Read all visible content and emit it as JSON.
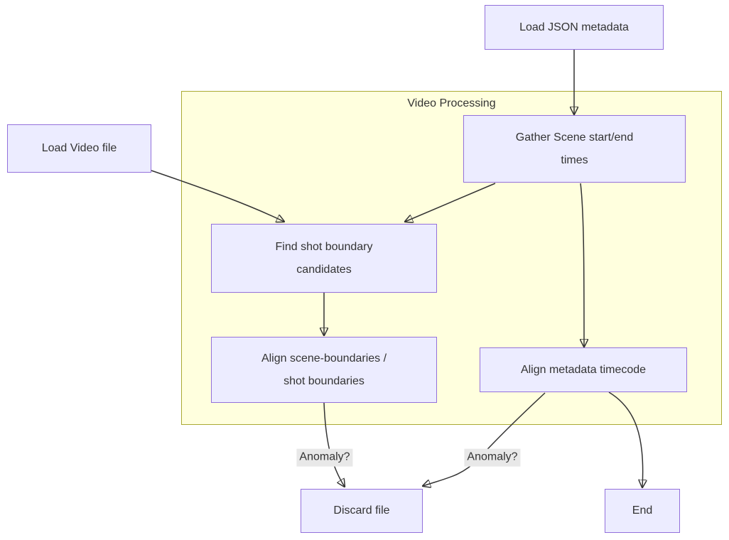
{
  "diagram": {
    "type": "flowchart",
    "subgraph": {
      "title": "Video Processing"
    },
    "nodes": {
      "load_json": "Load JSON metadata",
      "load_video": "Load Video file",
      "gather_scene": "Gather Scene start/end\ntimes",
      "find_shot": "Find shot boundary\ncandidates",
      "align_scene": "Align scene-boundaries /\nshot boundaries",
      "align_metadata": "Align metadata timecode",
      "discard": "Discard file",
      "end": "End"
    },
    "edge_labels": {
      "anomaly_left": "Anomaly?",
      "anomaly_right": "Anomaly?"
    },
    "edges": [
      "load_json -> gather_scene",
      "load_video -> find_shot",
      "gather_scene -> find_shot",
      "gather_scene -> align_metadata",
      "find_shot -> align_scene",
      "align_scene -> discard (Anomaly?)",
      "align_metadata -> discard (Anomaly?)",
      "align_metadata -> end"
    ],
    "colors": {
      "node_fill": "#ECECFF",
      "node_border": "#9370DB",
      "subgraph_fill": "#FFFFDE",
      "subgraph_border": "#AAAA33",
      "edge": "#333333",
      "text": "#333333",
      "edge_label_bg": "#E8E8E8"
    }
  }
}
